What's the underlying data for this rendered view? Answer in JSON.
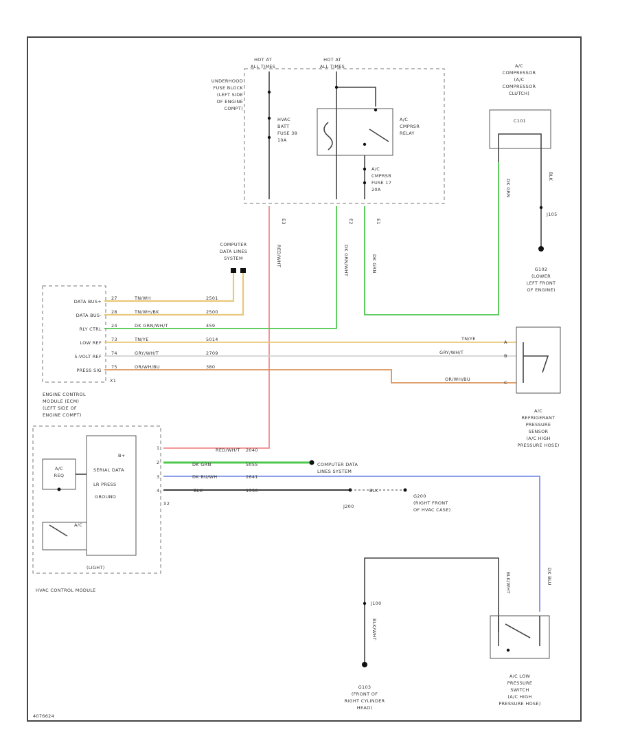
{
  "diagram": {
    "hot_at_all_times_1": [
      "HOT AT",
      "ALL TIMES"
    ],
    "hot_at_all_times_2": [
      "HOT AT",
      "ALL TIMES"
    ],
    "underhood_fuse_block": [
      "UNDERHOOD",
      "FUSE BLOCK",
      "(LEFT SIDE",
      "OF ENGINE",
      "COMPT)"
    ],
    "hvac_fuse": [
      "HVAC",
      "BATT",
      "FUSE 38",
      "10A"
    ],
    "ac_cmprsr_relay": [
      "A/C",
      "CMPRSR",
      "RELAY"
    ],
    "ac_cmprsr_fuse": [
      "A/C",
      "CMPRSR",
      "FUSE 17",
      "20A"
    ],
    "compressor": [
      "A/C",
      "COMPRESSOR",
      "(A/C",
      "COMPRESSOR",
      "CLUTCH)"
    ],
    "compressor_conn": "C101",
    "ground_g102_splice": "J105",
    "ground_g102": [
      "G102",
      "(LOWER",
      "LEFT FRONT",
      "OF ENGINE)"
    ],
    "computer_data_lines_top": [
      "COMPUTER",
      "DATA LINES",
      "SYSTEM"
    ],
    "ecm_pins": [
      "DATA BUS+",
      "DATA BUS-",
      "RLY CTRL",
      "LOW REF",
      "5-VOLT REF",
      "PRESS SIG"
    ],
    "ecm_pin_nums": [
      "27",
      "28",
      "24",
      "73",
      "74",
      "75"
    ],
    "ecm_wire_colors": [
      "TN/WH",
      "TN/WH/BK",
      "DK GRN/WH/T",
      "TN/YE",
      "GRY/WH/T",
      "OR/WH/BU"
    ],
    "ecm_circuits": [
      "2501",
      "2500",
      "459",
      "5014",
      "2709",
      "380"
    ],
    "ecm_conn": "X1",
    "ecm": [
      "ENGINE CONTROL",
      "MODULE (ECM)",
      "(LEFT SIDE OF",
      "ENGINE COMPT)"
    ],
    "sensor_wire_labels": [
      "TN/YE",
      "GRY/WH/T",
      "OR/WH/BU"
    ],
    "sensor_pins": [
      "A",
      "B",
      "C"
    ],
    "pressure_sensor": [
      "A/C",
      "REFRIGERANT",
      "PRESSURE",
      "SENSOR",
      "(A/C HIGH",
      "PRESSURE HOSE)"
    ],
    "hvac_pins": [
      "B+",
      "SERIAL DATA",
      "LR PRESS",
      "GROUND"
    ],
    "hvac_pin_nums": [
      "1",
      "2",
      "3",
      "4"
    ],
    "hvac_wire_colors": [
      "RED/WH/T",
      "DK GRN",
      "DK BU/WH",
      "BLK"
    ],
    "hvac_circuits": [
      "2040",
      "5055",
      "2641",
      "1550"
    ],
    "hvac_conn": "X2",
    "hvac_button": "A/C",
    "hvac_button_sub": "REQ",
    "hvac_switch": "A/C",
    "computer_data_lines_bottom": [
      "COMPUTER DATA",
      "LINES SYSTEM"
    ],
    "ground_splice": "J200",
    "ground_blk": "BLK",
    "ground_g200": [
      "G200",
      "(RIGHT FRONT",
      "OF HVAC CASE)"
    ],
    "hvac_module_id": "(LIGHT)",
    "hvac_module_name": "HVAC CONTROL MODULE",
    "left_wire_color": "BLK/WHT",
    "right_wire_color": "DK BLU",
    "splice_j100": "J100",
    "ground_g103": [
      "G103",
      "(FRONT OF",
      "RIGHT CYLINDER",
      "HEAD)"
    ],
    "low_pressure_switch": [
      "A/C LOW",
      "PRESSURE",
      "SWITCH",
      "(A/C HIGH",
      "PRESSURE HOSE)"
    ],
    "fuse_wire_colors": [
      "RED/WHT",
      "DK GRN/WHT",
      "DK GRN"
    ],
    "fuse_pin_labels": [
      "E3",
      "E2",
      "E1"
    ],
    "compressor_wire_colors": [
      "DK GRN",
      "BLK"
    ],
    "footer_code": "4076624"
  },
  "colors": {
    "tan": "#e8c87a",
    "green": "#4cc84c",
    "orange": "#d9925a",
    "red": "#f08a8a",
    "blue": "#7f92e8",
    "gray": "#d3d3d3",
    "black": "#222222"
  }
}
